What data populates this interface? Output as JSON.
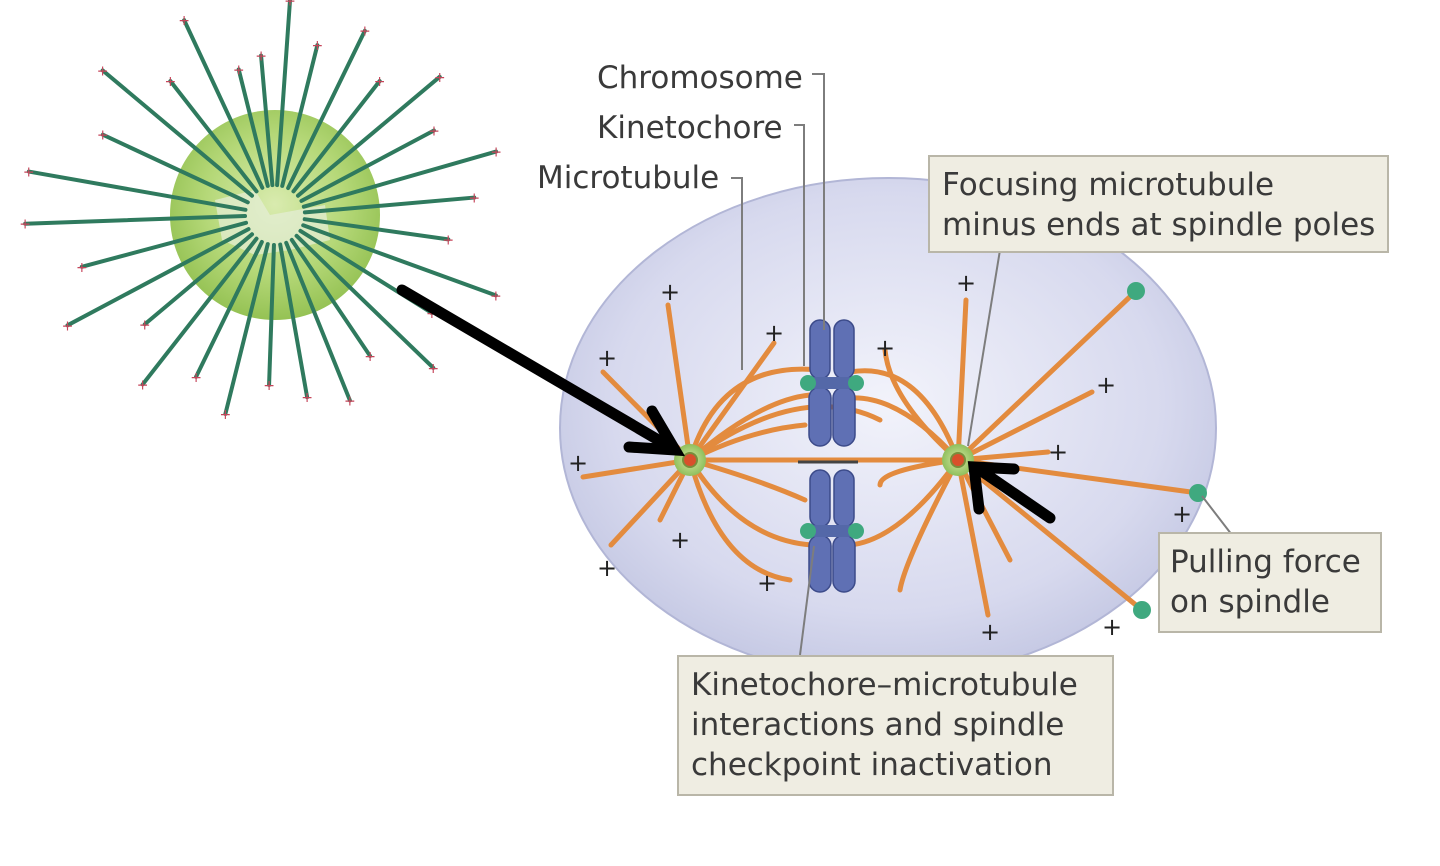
{
  "labels": {
    "chromosome": "Chromosome",
    "kinetochore": "Kinetochore",
    "microtubule": "Microtubule"
  },
  "callouts": {
    "focusing": [
      "Focusing microtubule",
      "minus ends at spindle poles"
    ],
    "pulling": [
      "Pulling force",
      "on spindle"
    ],
    "kinetochore_interactions": [
      "Kinetochore–microtubule",
      "interactions and spindle",
      "checkpoint inactivation"
    ]
  },
  "symbols": {
    "plus": "+"
  },
  "colors": {
    "cell_fill": "#c9cce6",
    "microtubule": "#e38b3e",
    "aster_microtubule": "#2f7a5e",
    "aster_core": "#a9cf62",
    "chromosome": "#5f70b4",
    "kinetochore": "#3fa97f",
    "arrow": "#000000"
  },
  "icons": {
    "aster": "centrosome-aster-icon",
    "spindle_pole": "spindle-pole-icon",
    "arrow": "pointer-arrow-icon"
  }
}
